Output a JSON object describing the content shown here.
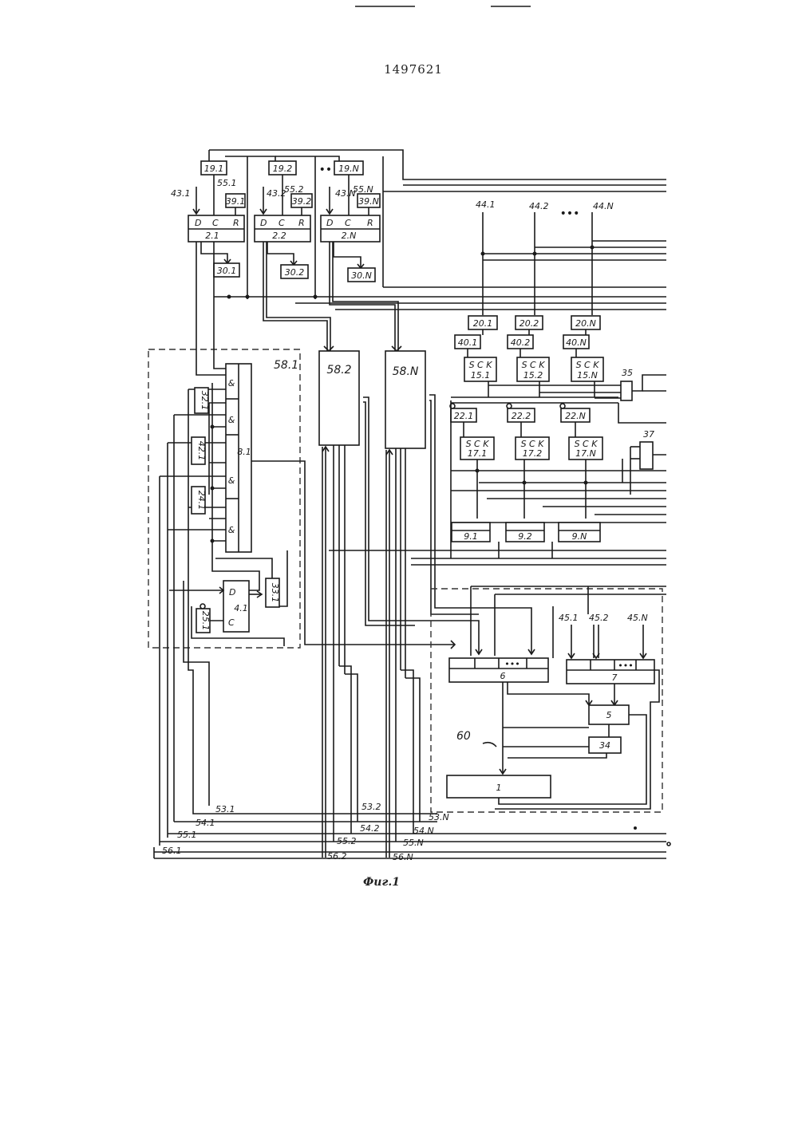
{
  "patent_number": "1497621",
  "caption": "Фиг.1",
  "dots": "•••",
  "top_registers": [
    {
      "label": "19.1"
    },
    {
      "label": "19.2"
    },
    {
      "label": "19.N"
    }
  ],
  "reset_gates": [
    {
      "label": "39.1"
    },
    {
      "label": "39.2"
    },
    {
      "label": "39.N"
    }
  ],
  "flipflops": [
    {
      "label": "2.1",
      "d": "D",
      "c": "C",
      "r": "R"
    },
    {
      "label": "2.2",
      "d": "D",
      "c": "C",
      "r": "R"
    },
    {
      "label": "2.N",
      "d": "D",
      "c": "C",
      "r": "R"
    }
  ],
  "bus_buffers": [
    {
      "label": "30.1"
    },
    {
      "label": "30.2"
    },
    {
      "label": "30.N"
    }
  ],
  "inputs_43": [
    "43.1",
    "43.2",
    "43.N"
  ],
  "signals_55_top": [
    "55.1",
    "55.2",
    "55.N"
  ],
  "inputs_44": [
    "44.1",
    "44.2",
    "44.N"
  ],
  "units_20": [
    "20.1",
    "20.2",
    "20.N"
  ],
  "units_40": [
    "40.1",
    "40.2",
    "40.N"
  ],
  "triggers_15": [
    {
      "sck": "S C K",
      "label": "15.1"
    },
    {
      "sck": "S C K",
      "label": "15.2"
    },
    {
      "sck": "S C K",
      "label": "15.N"
    }
  ],
  "units_22": [
    "22.1",
    "22.2",
    "22.N"
  ],
  "triggers_17": [
    {
      "sck": "S C K",
      "label": "17.1"
    },
    {
      "sck": "S C K",
      "label": "17.2"
    },
    {
      "sck": "S C K",
      "label": "17.N"
    }
  ],
  "units_9": [
    "9.1",
    "9.2",
    "9.N"
  ],
  "block_35": "35",
  "block_37": "37",
  "module_58_1": "58.1",
  "module_58_2": "58.2",
  "module_58_N": "58.N",
  "and_symbol": "&",
  "unit_8_1": "8.1",
  "unit_32_1": "32.1",
  "unit_42_1": "42.1",
  "unit_24_1": "24.1",
  "unit_33_1": "33.1",
  "unit_25_1": "25.1",
  "unit_4_1": {
    "label": "4.1",
    "d": "D",
    "c": "C"
  },
  "inputs_45": [
    "45.1",
    "45.2",
    "45.N"
  ],
  "block_6": "6",
  "block_7": "7",
  "block_5": "5",
  "block_34": "34",
  "block_1": "1",
  "label_60": "60",
  "bus_labels": {
    "b53_1": "53.1",
    "b54_1": "54.1",
    "b55_1": "55.1",
    "b56_1": "56.1",
    "b53_2": "53.2",
    "b54_2": "54.2",
    "b55_2": "55.2",
    "b56_2": "56.2",
    "b53_N": "53.N",
    "b54_N": "54.N",
    "b55_N": "55.N",
    "b56_N": "56.N"
  }
}
